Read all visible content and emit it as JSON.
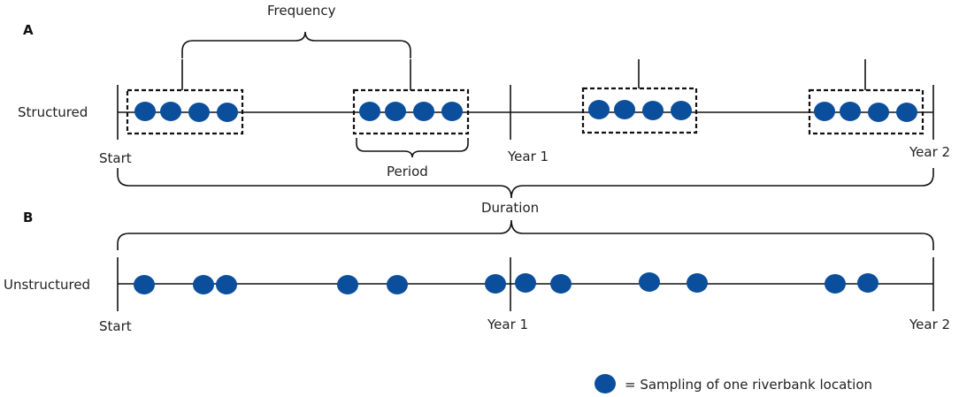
{
  "panels": {
    "a": "A",
    "b": "B"
  },
  "labels": {
    "frequency": "Frequency",
    "period": "Period",
    "duration": "Duration",
    "structured": "Structured",
    "unstructured": "Unstructured",
    "start_a": "Start",
    "year1_a": "Year 1",
    "year2_a": "Year 2",
    "start_b": "Start",
    "year1_b": "Year 1",
    "year2_b": "Year 2"
  },
  "legend": {
    "text": "= Sampling of one riverbank location"
  },
  "colors": {
    "dot": "#0b4f9c",
    "line": "#111111"
  }
}
